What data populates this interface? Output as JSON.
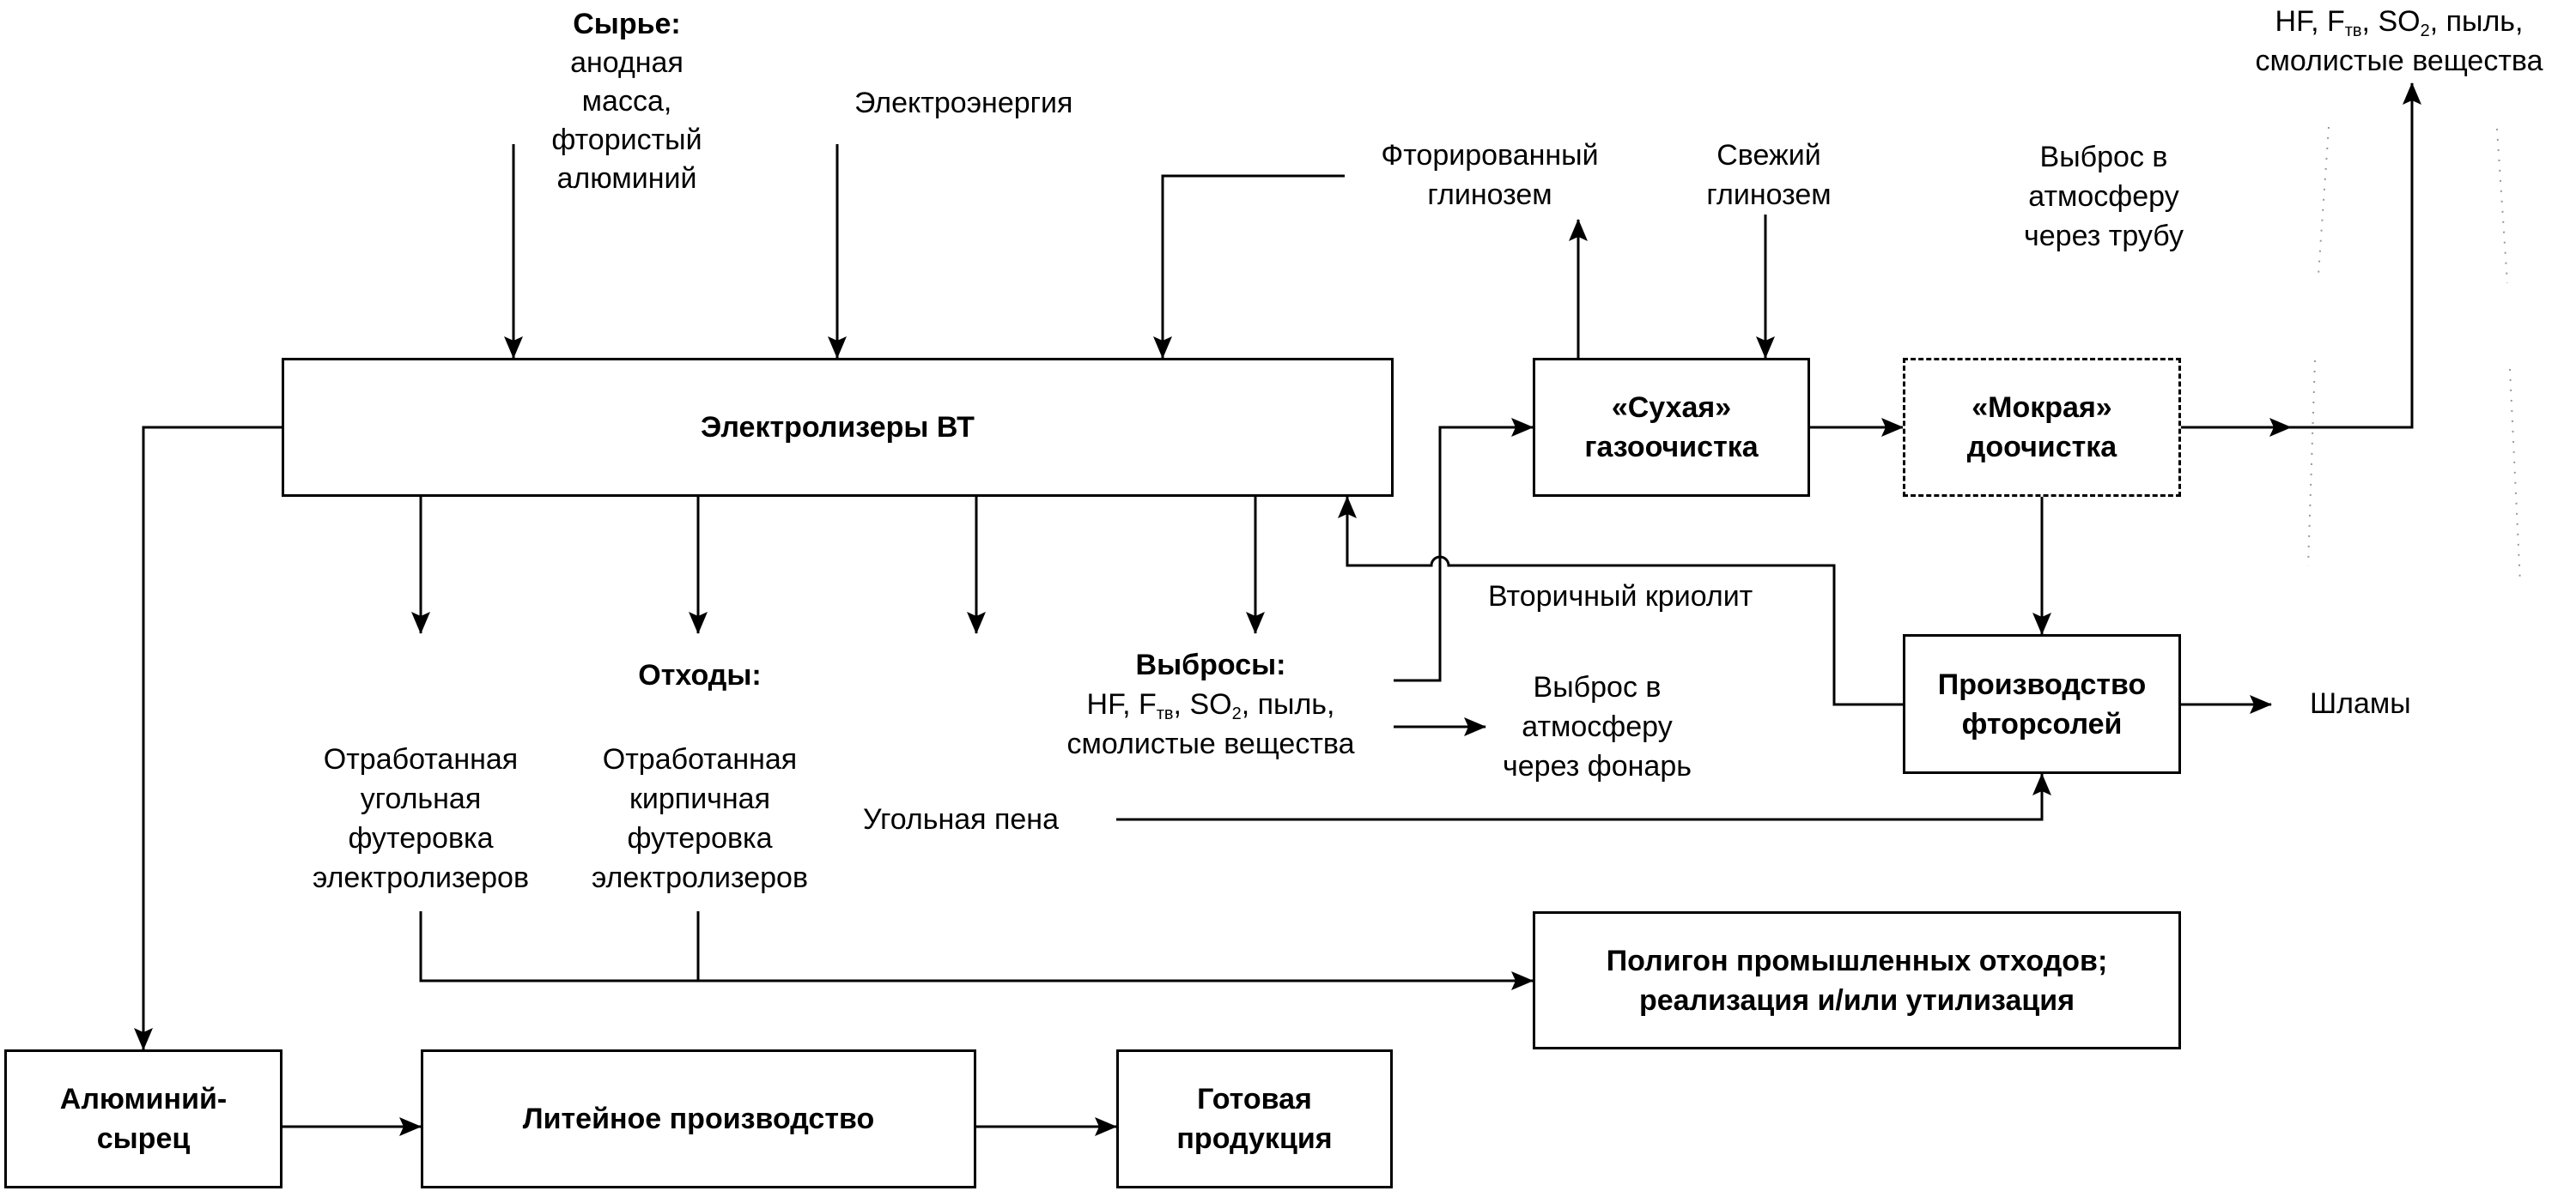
{
  "diagram": {
    "boxes": {
      "electrolyzers": "Электролизеры ВТ",
      "dry_cleaning": [
        "«Сухая»",
        "газоочистка"
      ],
      "wet_cleaning": [
        "«Мокрая»",
        "доочистка"
      ],
      "fluoride_salts": [
        "Производство",
        "фторсолей"
      ],
      "landfill": [
        "Полигон промышленных отходов;",
        "реализация и/или утилизация"
      ],
      "raw_aluminum": [
        "Алюминий-",
        "сырец"
      ],
      "foundry": "Литейное производство",
      "finished_product": [
        "Готовая",
        "продукция"
      ]
    },
    "inputs": {
      "raw_title": "Сырье:",
      "raw_lines": [
        "анодная",
        "масса,",
        "фтористый",
        "алюминий"
      ],
      "electricity": "Электроэнергия",
      "fluorinated_alumina": [
        "Фторированный",
        "глинозем"
      ],
      "fresh_alumina": [
        "Свежий",
        "глинозем"
      ]
    },
    "waste": {
      "title": "Отходы:",
      "carbon_lining": [
        "Отработанная",
        "угольная",
        "футеровка",
        "электролизеров"
      ],
      "brick_lining": [
        "Отработанная",
        "кирпичная",
        "футеровка",
        "электролизеров"
      ],
      "carbon_foam": "Угольная пена"
    },
    "emissions": {
      "title": "Выбросы:",
      "hf": "HF, F",
      "tv": "тв",
      "so": ", SO",
      "two": "2",
      "rest": ", пыль,",
      "resins": "смолистые вещества",
      "lantern": [
        "Выброс в",
        "атмосферу",
        "через фонарь"
      ],
      "stack": [
        "Выброс в",
        "атмосферу",
        "через трубу"
      ],
      "stack_hf": "HF,  F",
      "stack_tv": "тв",
      "stack_so": ", SO",
      "stack_two": "2",
      "stack_rest": ", пыль,",
      "stack_resins": "смолистые вещества"
    },
    "flows": {
      "secondary_cryolite": "Вторичный криолит",
      "sludge": "Шламы"
    }
  }
}
